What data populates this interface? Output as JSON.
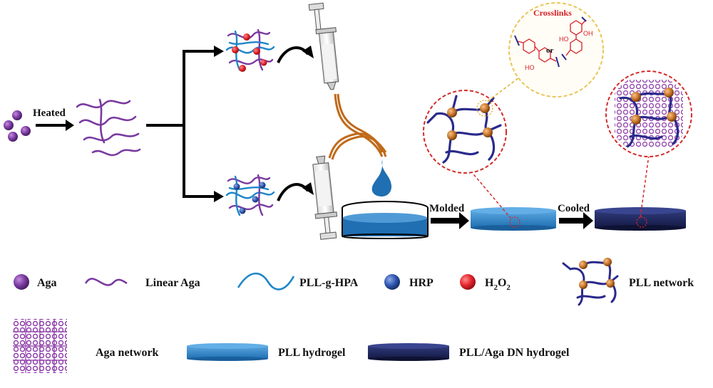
{
  "diagram": {
    "steps": {
      "heated": "Heated",
      "molded": "Molded",
      "cooled": "Cooled"
    },
    "callout": {
      "title": "Crosslinks",
      "or": "or",
      "ho1": "HO",
      "ho2": "HO",
      "oh": "OH"
    },
    "legend": {
      "aga": "Aga",
      "linear_aga": "Linear Aga",
      "pll_g_hpa": "PLL-g-HPA",
      "hrp": "HRP",
      "h2o2_main": "H",
      "h2o2_sub1": "2",
      "h2o2_mid": "O",
      "h2o2_sub2": "2",
      "pll_network": "PLL network",
      "aga_network": "Aga network",
      "pll_hydrogel": "PLL hydrogel",
      "dn_hydrogel": "PLL/Aga DN hydrogel"
    },
    "colors": {
      "aga_purple": "#7a3aa0",
      "pll_blue": "#1f86c8",
      "hrp_blue": "#2e56b0",
      "h2o2_red": "#e3242b",
      "network_navy": "#2a2a8c",
      "node_orange": "#c8772a",
      "hydrogel_light": "#2d83c9",
      "hydrogel_dark": "#1b2156",
      "callout_yellow": "#f3d36b",
      "dash_red": "#d42a2a",
      "tube_orange": "#c06a1a"
    }
  }
}
